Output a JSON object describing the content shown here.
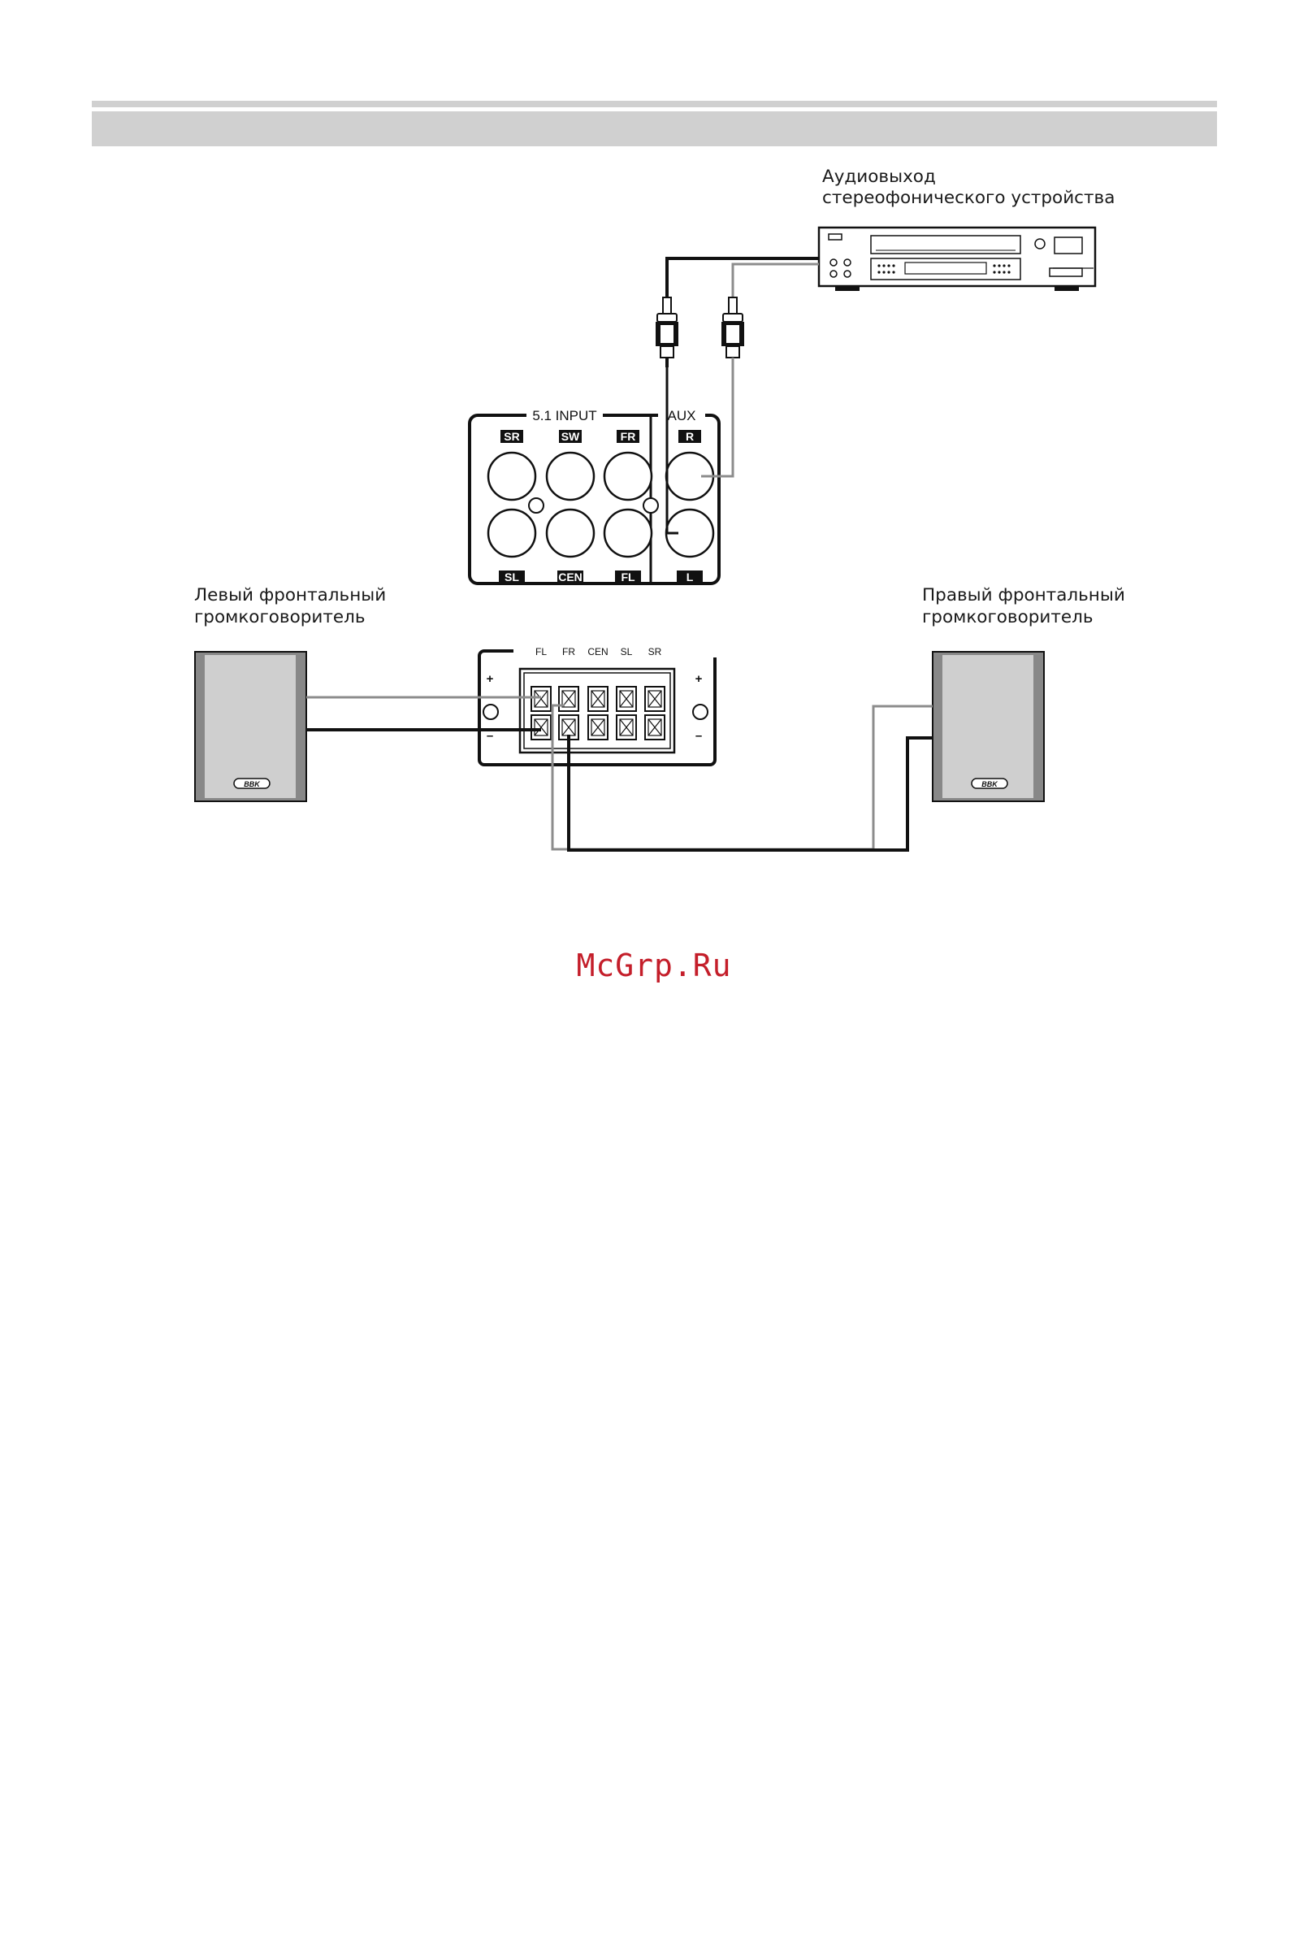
{
  "header": {},
  "captions": {
    "audio_out_line1": "Аудиовыход",
    "audio_out_line2": "стереофонического устройства",
    "left_speaker_line1": "Левый фронтальный",
    "left_speaker_line2": "громкоговоритель",
    "right_speaker_line1": "Правый фронтальный",
    "right_speaker_line2": "громкоговоритель"
  },
  "input_panel": {
    "section_51": "5.1 INPUT",
    "section_aux": "AUX",
    "top_labels": [
      "SR",
      "SW",
      "FR",
      "R"
    ],
    "bottom_labels": [
      "SL",
      "CEN",
      "FL",
      "L"
    ]
  },
  "speaker_panel": {
    "channels": [
      "FL",
      "FR",
      "CEN",
      "SL",
      "SR"
    ],
    "plus": "+",
    "minus": "–"
  },
  "speaker_brand": "BBK",
  "watermark": "McGrp.Ru",
  "colors": {
    "band": "#d0d0d0",
    "watermark": "#c41e2a",
    "grey_wire": "#8c8c8c",
    "black_wire": "#111111"
  }
}
